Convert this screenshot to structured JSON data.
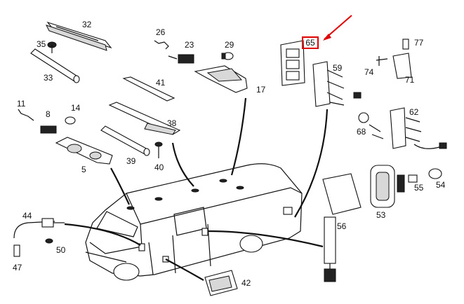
{
  "diagram": {
    "highlighted_part": "65",
    "highlight_color": "#e00000",
    "labels": {
      "p32": "32",
      "p35": "35",
      "p33": "33",
      "p26": "26",
      "p23": "23",
      "p29": "29",
      "p17": "17",
      "p41": "41",
      "p38": "38",
      "p11": "11",
      "p8": "8",
      "p14": "14",
      "p5": "5",
      "p39": "39",
      "p40": "40",
      "p65": "65",
      "p59": "59",
      "p77": "77",
      "p74": "74",
      "p71": "71",
      "p62": "62",
      "p68": "68",
      "p55": "55",
      "p54": "54",
      "p53": "53",
      "p56": "56",
      "p44": "44",
      "p50": "50",
      "p47": "47",
      "p42": "42"
    }
  }
}
